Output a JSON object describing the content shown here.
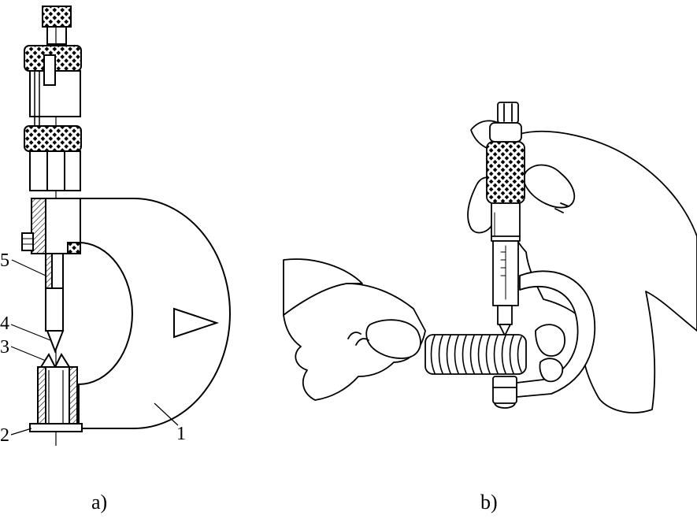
{
  "figure": {
    "panel_a": {
      "caption": "a)",
      "callouts": [
        {
          "id": "1",
          "label": "1"
        },
        {
          "id": "2",
          "label": "2"
        },
        {
          "id": "3",
          "label": "3"
        },
        {
          "id": "4",
          "label": "4"
        },
        {
          "id": "5",
          "label": "5"
        }
      ]
    },
    "panel_b": {
      "caption": "b)"
    }
  }
}
